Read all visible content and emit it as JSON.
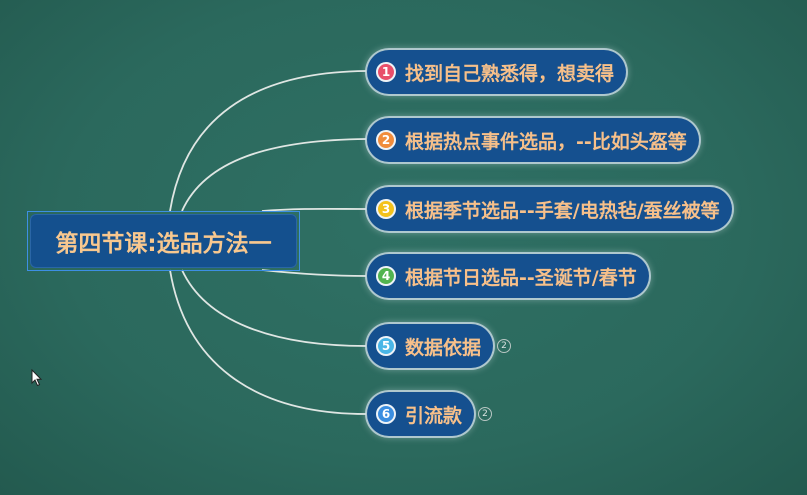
{
  "theme": {
    "background": "#2b695d",
    "node_fill": "#15508f",
    "text_color": "#f7c08a",
    "line_color": "#dfe6e3",
    "selection_color": "#3d8fe4"
  },
  "central": {
    "label": "第四节课:选品方法一",
    "selected": true
  },
  "branches": [
    {
      "marker": "1",
      "marker_color": "#e84e6a",
      "label": "找到自己熟悉得，想卖得"
    },
    {
      "marker": "2",
      "marker_color": "#f08c3c",
      "label": "根据热点事件选品，--比如头盔等"
    },
    {
      "marker": "3",
      "marker_color": "#f3c21c",
      "label": "根据季节选品--手套/电热毡/蚕丝被等"
    },
    {
      "marker": "4",
      "marker_color": "#52b44f",
      "label": "根据节日选品--圣诞节/春节"
    },
    {
      "marker": "5",
      "marker_color": "#4ab6e6",
      "label": "数据依据",
      "collapsed_count": "2"
    },
    {
      "marker": "6",
      "marker_color": "#3b8ee0",
      "label": "引流款",
      "collapsed_count": "2"
    }
  ],
  "icons": {
    "branch_marker": "priority-marker-icon",
    "collapsed": "collapsed-children-icon",
    "cursor": "mouse-pointer-icon"
  }
}
